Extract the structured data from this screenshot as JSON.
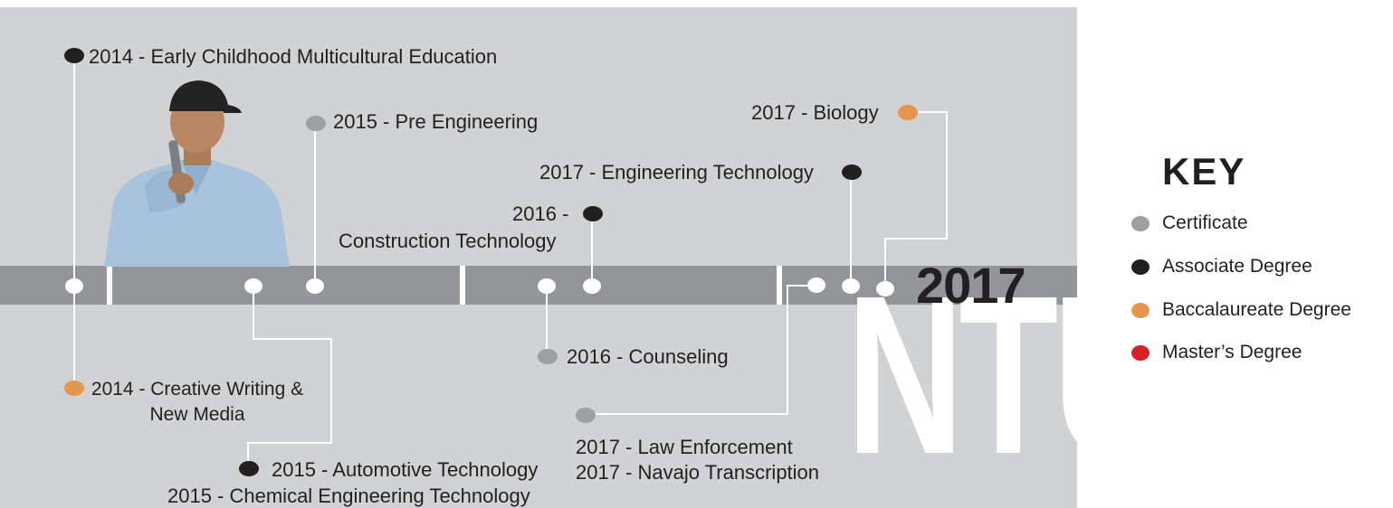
{
  "year_big": "2017",
  "watermark": "NTU",
  "key": {
    "title": "KEY",
    "items": [
      {
        "label": "Certificate",
        "type": "cert",
        "color": "#9d9fa2"
      },
      {
        "label": "Associate Degree",
        "type": "assoc",
        "color": "#231f20"
      },
      {
        "label": "Baccalaureate Degree",
        "type": "bacc",
        "color": "#e5954f"
      },
      {
        "label": "Master’s Degree",
        "type": "mast",
        "color": "#d91f26"
      }
    ]
  },
  "programs": {
    "p2014_ece": "2014 - Early Childhood Multicultural Education",
    "p2014_cw_1": "2014 - Creative Writing &",
    "p2014_cw_2": "New Media",
    "p2015_pre": "2015 - Pre Engineering",
    "p2015_auto": "2015 - Automotive Technology",
    "p2015_chem": "2015 - Chemical Engineering Technology",
    "p2016_con_1": "2016 -",
    "p2016_con_2": "Construction Technology",
    "p2016_couns": "2016 - Counseling",
    "p2017_eng": "2017 - Engineering Technology",
    "p2017_bio": "2017 - Biology",
    "p2017_law": "2017 - Law Enforcement",
    "p2017_nav": "2017 - Navajo Transcription"
  },
  "colors": {
    "certificate": "#9d9fa2",
    "associate": "#231f20",
    "baccalaureate": "#e5954f",
    "masters": "#d91f26",
    "panel": "#d1d2d4",
    "track": "#939598"
  }
}
